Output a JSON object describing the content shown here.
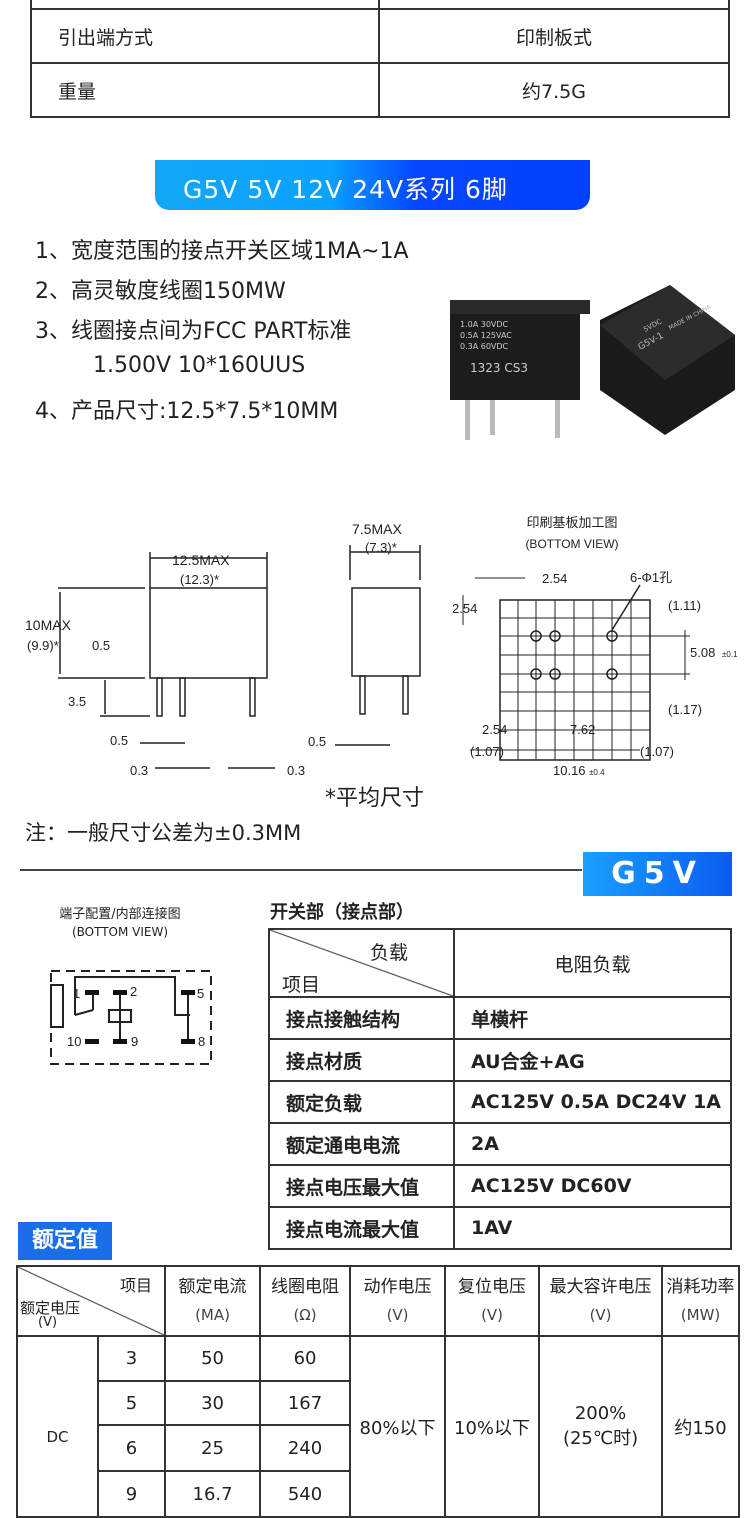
{
  "top_table": [
    {
      "label": "引出端方式",
      "value": "印制板式"
    },
    {
      "label": "重量",
      "value": "约7.5G"
    }
  ],
  "banner": "G5V 5V 12V 24V系列 6脚",
  "features": [
    "1、宽度范围的接点开关区域1MA~1A",
    "2、高灵敏度线圈150MW",
    "3、线圈接点间为FCC PART标准",
    "1.500V 10*160UUS",
    "4、产品尺寸:12.5*7.5*10MM"
  ],
  "photo": {
    "label1": "1.0A 30VDC",
    "label2": "0.5A 125VAC",
    "label3": "0.3A 60VDC",
    "code": "1323 CS3",
    "label4": "5VDC",
    "label5": "G5V-1",
    "label6": "MADE IN CHINA"
  },
  "dims": {
    "w": "12.5MAX",
    "w_avg": "(12.3)*",
    "h": "10MAX",
    "h_avg": "(9.9)*",
    "d1": "0.5",
    "d2": "3.5",
    "p1": "0.5",
    "p2": "0.3",
    "p3": "0.3",
    "side_w": "7.5MAX",
    "side_avg": "(7.3)*",
    "side_p": "0.5",
    "pcb_title": "印刷基板加工图",
    "pcb_sub": "(BOTTOM VIEW)",
    "pcb_a": "2.54",
    "pcb_b": "2.54",
    "pcb_hole": "6-Φ1孔",
    "pcb_c": "(1.11)",
    "pcb_d": "5.08",
    "pcb_d_tol": "±0.1",
    "pcb_e": "(1.17)",
    "pcb_f": "2.54",
    "pcb_g": "7.62",
    "pcb_h": "(1.07)",
    "pcb_i": "(1.07)",
    "pcb_j": "10.16",
    "pcb_j_tol": "±0.4"
  },
  "avg_note": "*平均尺寸",
  "tolerance_note": "注：一般尺寸公差为±0.3MM",
  "model_badge": "G5V",
  "terminal": {
    "title": "端子配置/内部连接图",
    "sub": "(BOTTOM VIEW)",
    "pins": [
      "1",
      "2",
      "5",
      "10",
      "9",
      "8"
    ]
  },
  "spec": {
    "title": "开关部（接点部）",
    "head_load": "负载",
    "head_item": "项目",
    "head_value": "电阻负载",
    "rows": [
      {
        "k": "接点接触结构",
        "v": "单横杆"
      },
      {
        "k": "接点材质",
        "v": "AU合金+AG"
      },
      {
        "k": "额定负载",
        "v": "AC125V 0.5A   DC24V 1A"
      },
      {
        "k": "额定通电电流",
        "v": "2A"
      },
      {
        "k": "接点电压最大值",
        "v": "AC125V   DC60V"
      },
      {
        "k": "接点电流最大值",
        "v": "1AV"
      }
    ]
  },
  "rated": {
    "label": "额定值",
    "corner_top": "项目",
    "corner_bottom": "额定电压",
    "corner_unit": "(V)",
    "headers": [
      {
        "t": "额定电流",
        "u": "(MA)"
      },
      {
        "t": "线圈电阻",
        "u": "(Ω)"
      },
      {
        "t": "动作电压",
        "u": "(V)"
      },
      {
        "t": "复位电压",
        "u": "(V)"
      },
      {
        "t": "最大容许电压",
        "u": "(V)"
      },
      {
        "t": "消耗功率",
        "u": "(MW)"
      }
    ],
    "type": "DC",
    "rows": [
      {
        "v": "3",
        "i": "50",
        "r": "60"
      },
      {
        "v": "5",
        "i": "30",
        "r": "167"
      },
      {
        "v": "6",
        "i": "25",
        "r": "240"
      },
      {
        "v": "9",
        "i": "16.7",
        "r": "540"
      }
    ],
    "pickup": "80%以下",
    "dropout": "10%以下",
    "max_v": "200%",
    "max_v_note": "(25℃时)",
    "power": "约150"
  }
}
